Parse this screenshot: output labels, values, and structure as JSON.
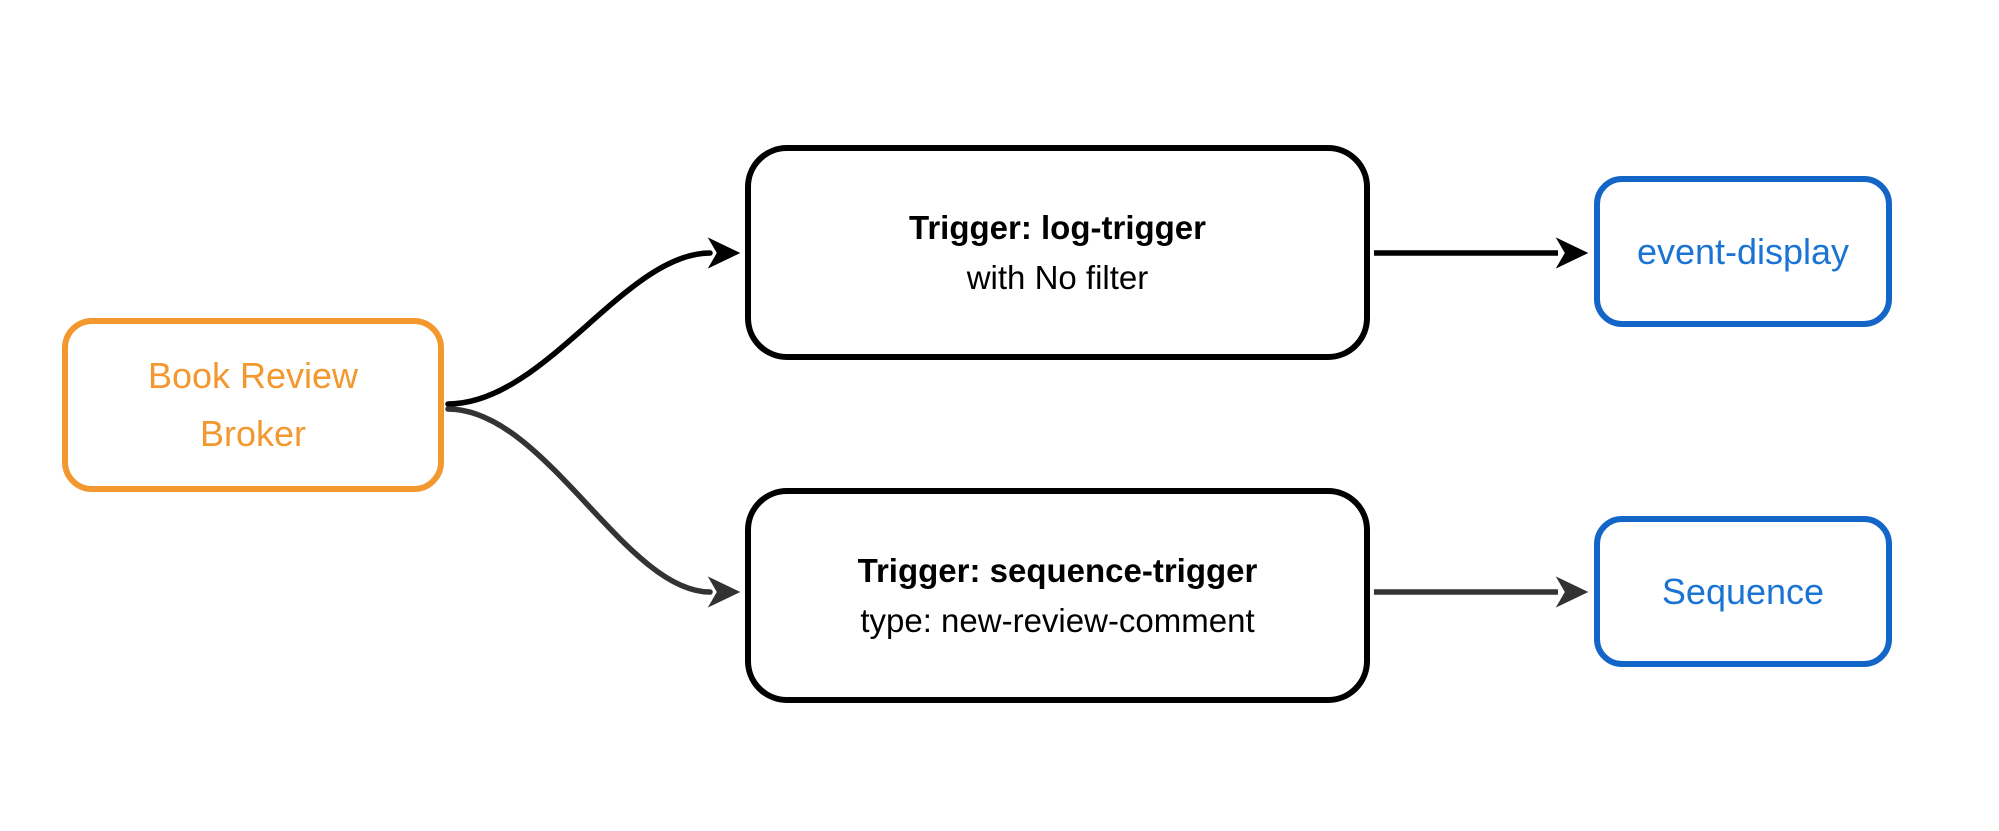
{
  "diagram": {
    "type": "flowchart",
    "background": "#ffffff",
    "nodes": {
      "broker": {
        "line1": "Book Review",
        "line2": "Broker",
        "border_color": "#F2982E",
        "text_color": "#F2982E"
      },
      "log_trigger": {
        "title": "Trigger: log-trigger",
        "subtitle": "with No filter",
        "border_color": "#000000",
        "text_color": "#000000"
      },
      "sequence_trigger": {
        "title": "Trigger: sequence-trigger",
        "subtitle": "type: new-review-comment",
        "border_color": "#000000",
        "text_color": "#000000"
      },
      "event_display": {
        "label": "event-display",
        "border_color": "#1366C8",
        "text_color": "#1B74D3"
      },
      "sequence": {
        "label": "Sequence",
        "border_color": "#1366C8",
        "text_color": "#1B74D3"
      }
    },
    "edges": [
      {
        "from": "broker",
        "to": "log_trigger",
        "style": "curved",
        "color": "#000000"
      },
      {
        "from": "broker",
        "to": "sequence_trigger",
        "style": "curved",
        "color": "#333333"
      },
      {
        "from": "log_trigger",
        "to": "event_display",
        "style": "straight",
        "color": "#000000"
      },
      {
        "from": "sequence_trigger",
        "to": "sequence",
        "style": "straight",
        "color": "#333333"
      }
    ]
  }
}
